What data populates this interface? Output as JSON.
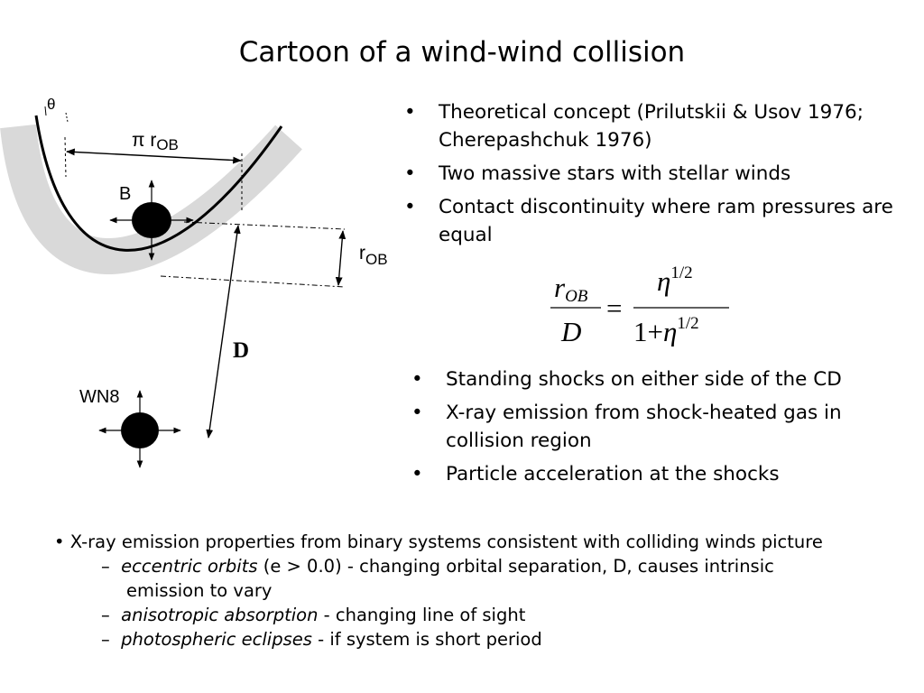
{
  "slide": {
    "title": "Cartoon of a wind-wind collision"
  },
  "diagram": {
    "theta_label": "θ",
    "pi_label": "π r",
    "pi_sub": "OB",
    "b_label": "B",
    "r_label": "r",
    "r_sub": "OB",
    "d_label": "D",
    "wn8_label": "WN8"
  },
  "bullets_top": [
    "Theoretical concept (Prilutskii & Usov 1976; Cherepashchuk 1976)",
    "Two massive stars with stellar winds",
    "Contact discontinuity where ram pressures are equal"
  ],
  "equation": {
    "lhs_num_var": "r",
    "lhs_num_sub": "OB",
    "lhs_den": "D",
    "equals": "=",
    "rhs_num_var": "η",
    "rhs_num_exp": "1/2",
    "rhs_den_one": "1",
    "rhs_den_plus": "+",
    "rhs_den_var": "η",
    "rhs_den_exp": "1/2"
  },
  "bullets_mid": [
    "Standing shocks on either side of the CD",
    "X-ray emission from shock-heated gas in collision region",
    "Particle acceleration at the shocks"
  ],
  "bottom": {
    "main": "• X-ray emission properties from binary systems consistent with colliding winds picture",
    "items": [
      {
        "dash": "–",
        "italic": "eccentric orbits",
        "rest": " (e > 0.0) - changing orbital separation, D, causes intrinsic"
      },
      {
        "dash": "–",
        "italic": "anisotropic absorption",
        "rest": " - changing line of sight"
      },
      {
        "dash": "–",
        "italic": "photospheric eclipses",
        "rest": " - if system is short period"
      }
    ],
    "continuation": "emission to vary"
  }
}
